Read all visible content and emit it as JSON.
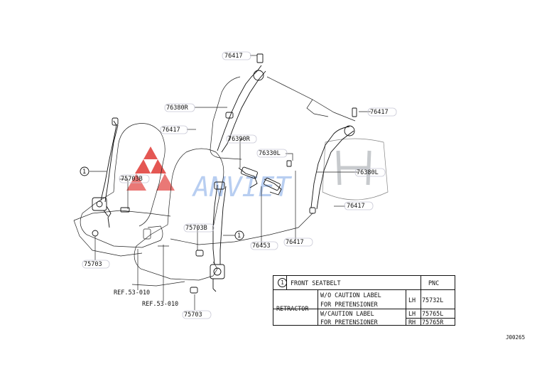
{
  "diagram": {
    "part_labels": [
      {
        "id": "p1",
        "text": "76417"
      },
      {
        "id": "p2",
        "text": "76380R"
      },
      {
        "id": "p3",
        "text": "76417"
      },
      {
        "id": "p4",
        "text": "76390R"
      },
      {
        "id": "p5",
        "text": "76330L"
      },
      {
        "id": "p6",
        "text": "76417"
      },
      {
        "id": "p7",
        "text": "76380L"
      },
      {
        "id": "p8",
        "text": "76417"
      },
      {
        "id": "p9",
        "text": "75703B"
      },
      {
        "id": "p10",
        "text": "75703B"
      },
      {
        "id": "p11",
        "text": "75703"
      },
      {
        "id": "p12",
        "text": "76453"
      },
      {
        "id": "p13",
        "text": "76417"
      },
      {
        "id": "p14",
        "text": "75703"
      },
      {
        "id": "p15",
        "text": "REF.53-010"
      },
      {
        "id": "p16",
        "text": "REF.53-010"
      }
    ],
    "callouts": [
      {
        "id": "c1",
        "text": "1"
      },
      {
        "id": "c2",
        "text": "1"
      }
    ],
    "watermark": "ANVIET",
    "footer_code": "J00265"
  },
  "legend": {
    "callout": "1",
    "title": "FRONT SEATBELT",
    "pnc_header": "PNC",
    "group_label": "RETRACTOR",
    "rows": [
      {
        "desc1": "W/O CAUTION LABEL",
        "desc2": "FOR PRETENSIONER",
        "side": "LH",
        "pnc": "75732L"
      },
      {
        "desc1": "W/CAUTION LABEL",
        "desc2": "FOR PRETENSIONER",
        "side_a": "LH",
        "pnc_a": "75765L",
        "side_b": "RH",
        "pnc_b": "75765R"
      }
    ]
  },
  "colors": {
    "ink": "#111111",
    "watermark_red": "#d9231f",
    "watermark_blue": "#3a7bd5",
    "watermark_gray": "#9aa0a6"
  }
}
